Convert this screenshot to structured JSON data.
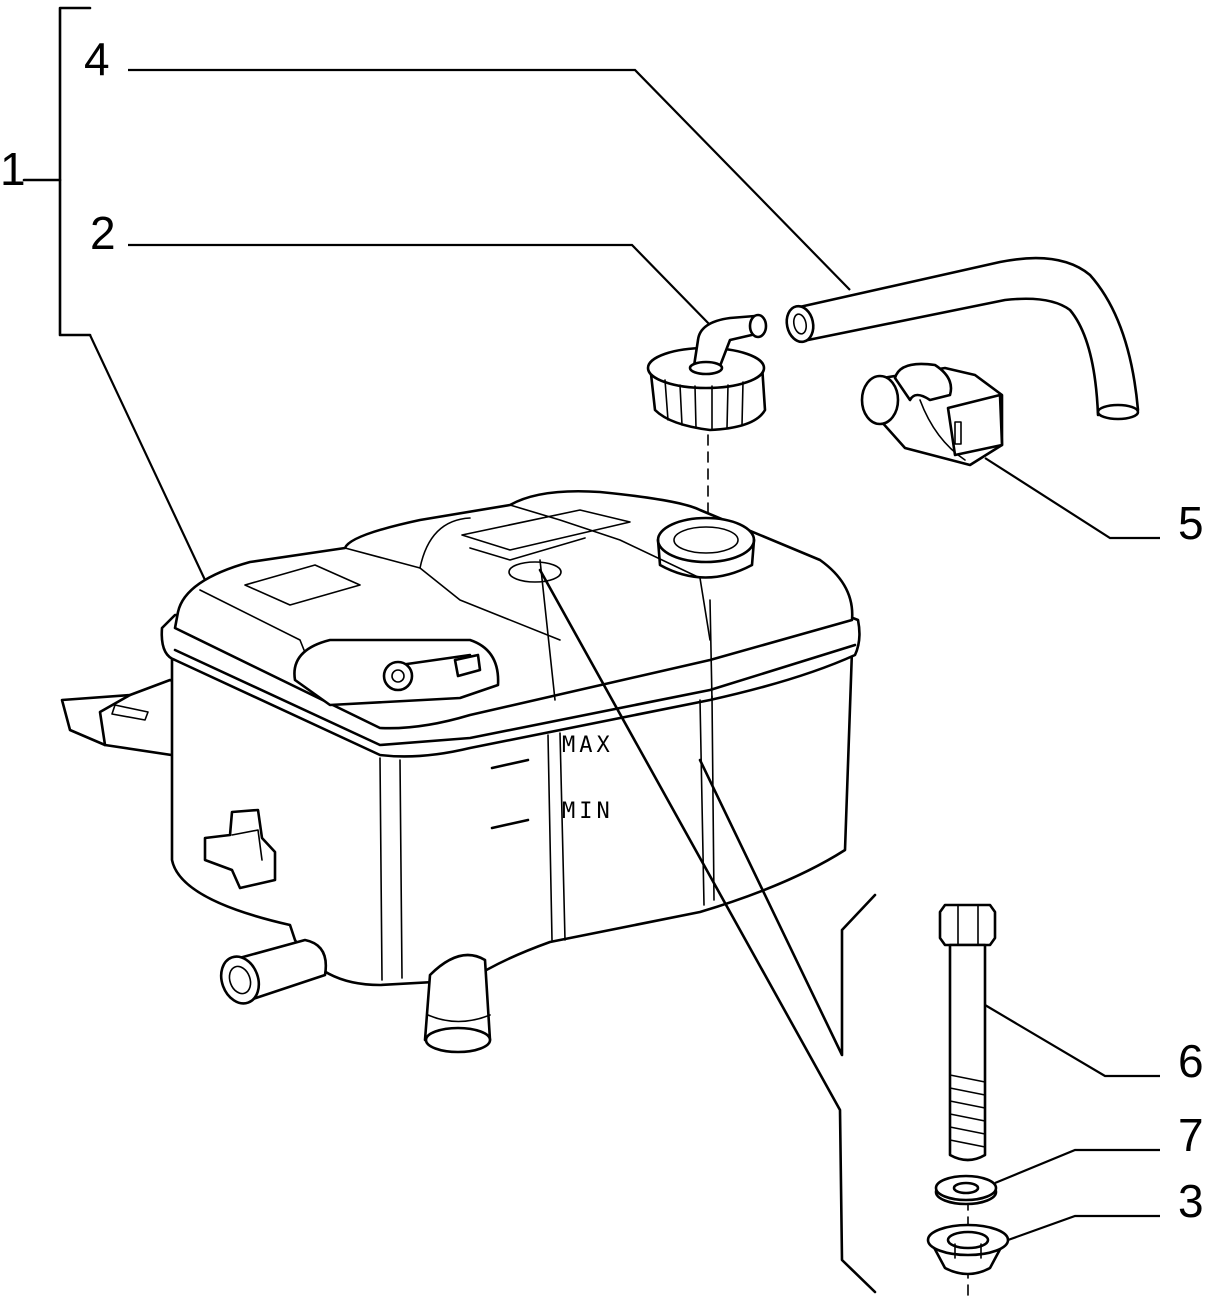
{
  "callouts": {
    "c1": "1",
    "c2": "2",
    "c3": "3",
    "c4": "4",
    "c5": "5",
    "c6": "6",
    "c7": "7"
  },
  "gauge": {
    "max_label": "MAX",
    "min_label": "MIN"
  },
  "parts": [
    {
      "ref": "1",
      "icon": "expansion-tank-assembly-bracket"
    },
    {
      "ref": "2",
      "icon": "filler-cap-icon"
    },
    {
      "ref": "3",
      "icon": "mounting-bush-icon"
    },
    {
      "ref": "4",
      "icon": "overflow-hose-icon"
    },
    {
      "ref": "5",
      "icon": "hose-clip-icon"
    },
    {
      "ref": "6",
      "icon": "bolt-icon"
    },
    {
      "ref": "7",
      "icon": "washer-icon"
    }
  ]
}
